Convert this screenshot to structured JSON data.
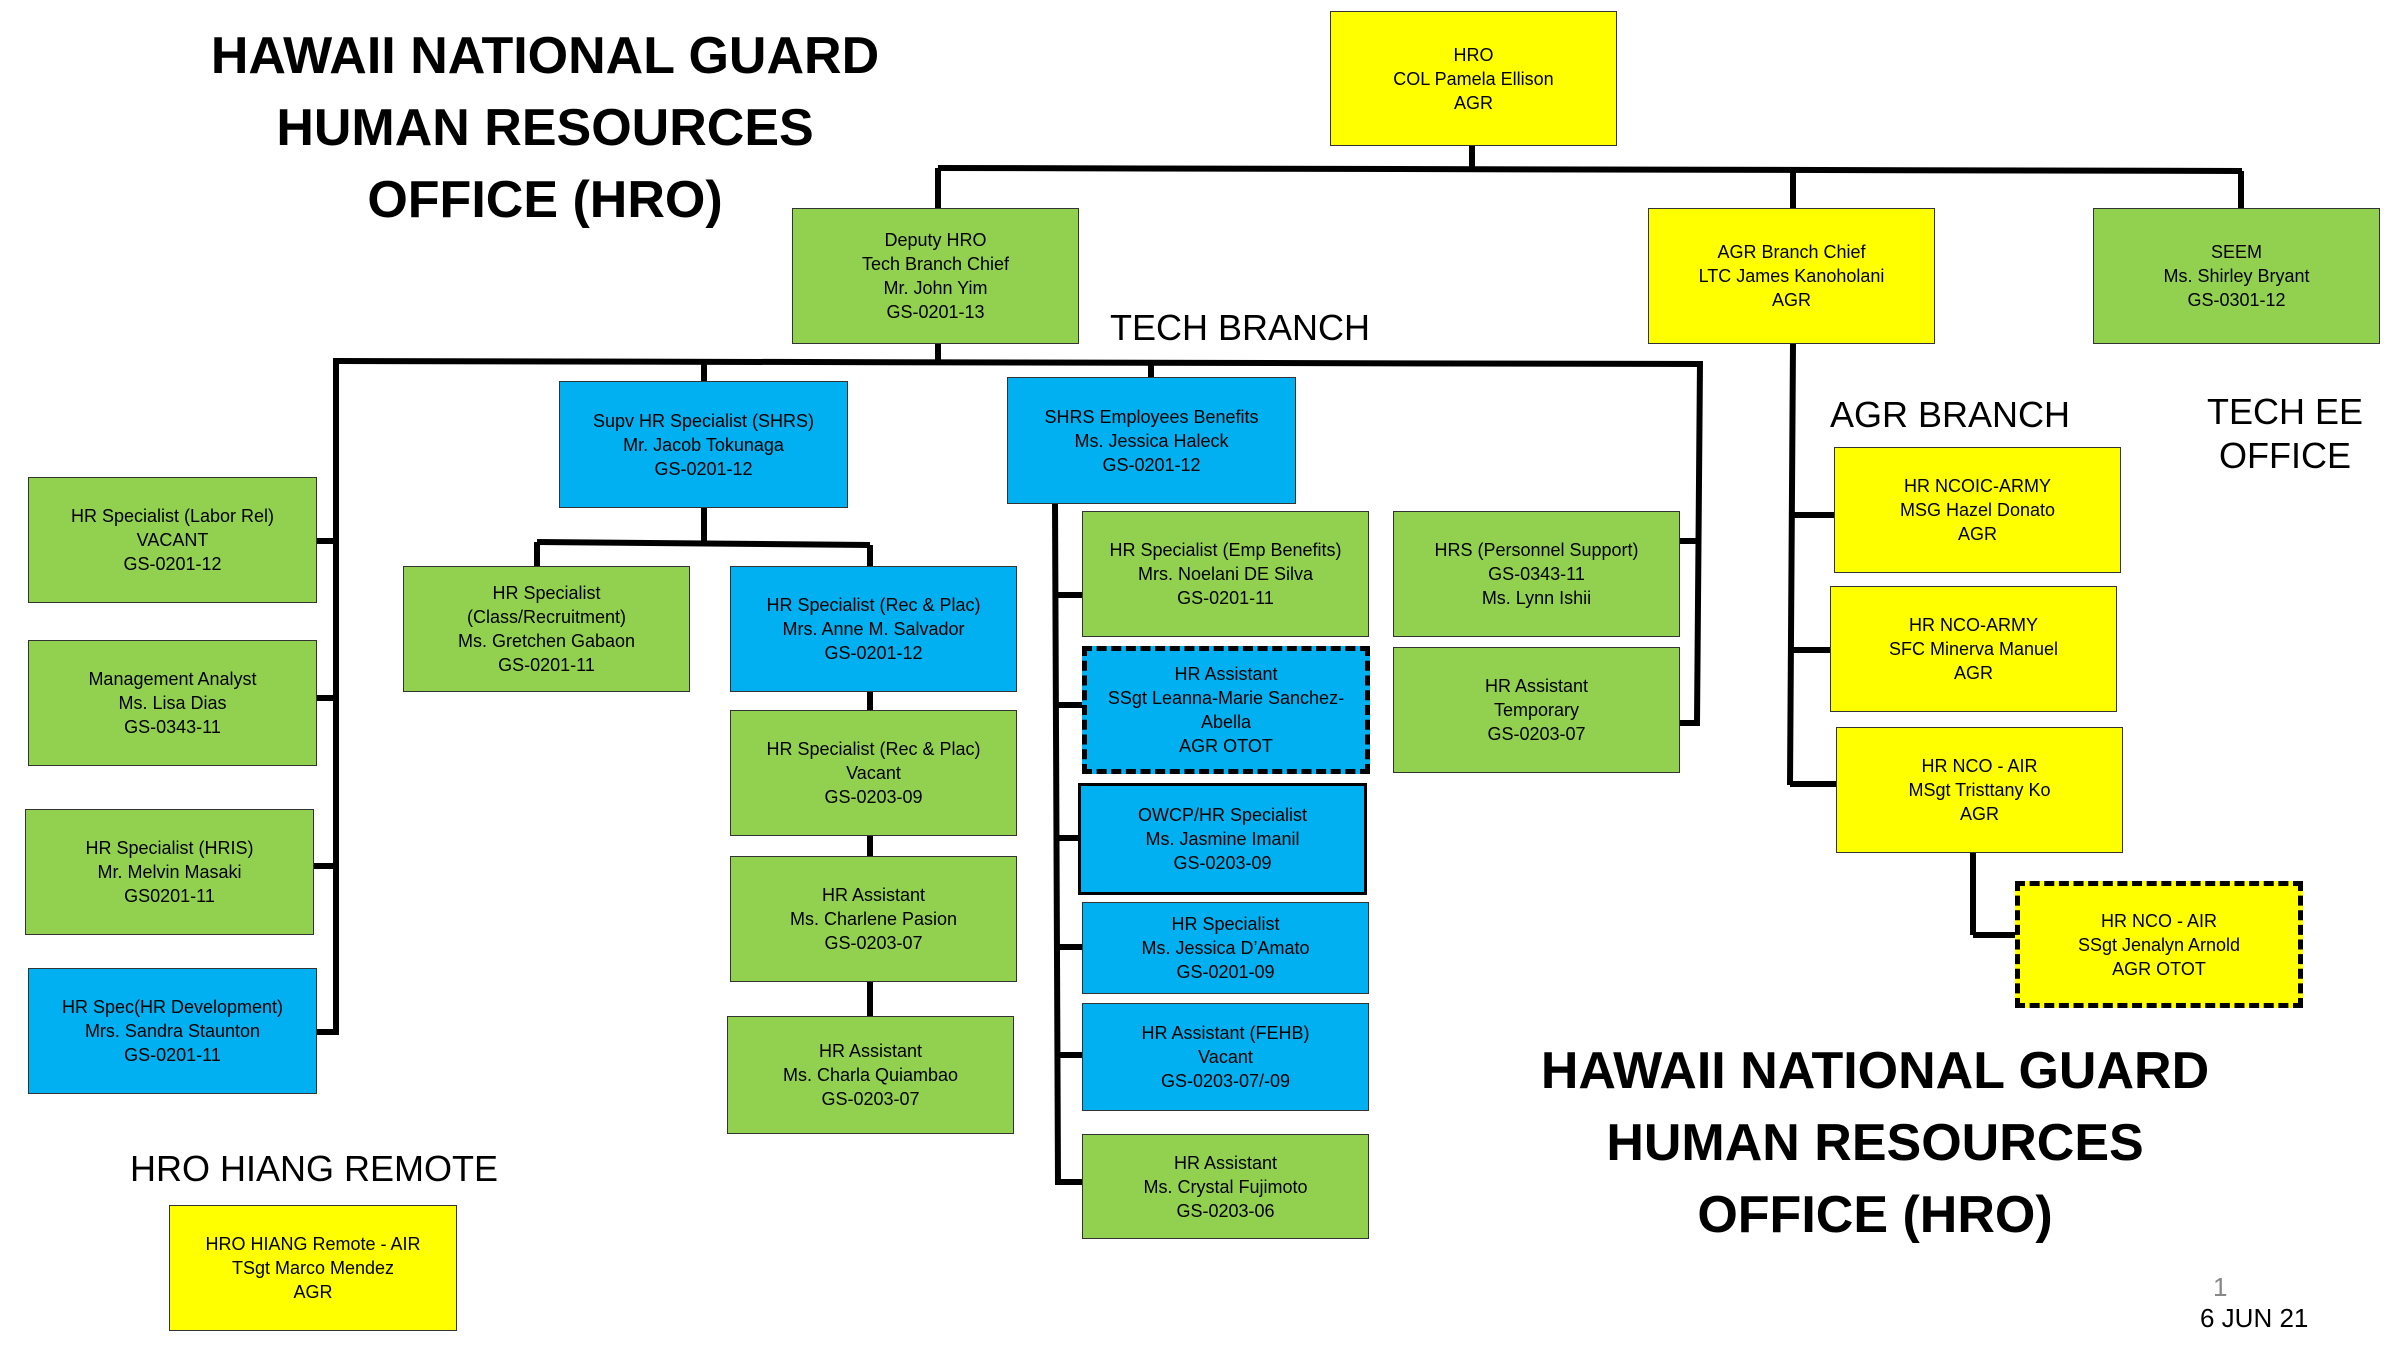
{
  "headings": {
    "top_left": [
      "HAWAII NATIONAL GUARD",
      "HUMAN RESOURCES",
      "OFFICE (HRO)"
    ],
    "bottom_right": [
      "HAWAII NATIONAL GUARD",
      "HUMAN RESOURCES",
      "OFFICE (HRO)"
    ]
  },
  "labels": {
    "tech_branch": "TECH BRANCH",
    "agr_branch": "AGR BRANCH",
    "tech_ee_office": [
      "TECH EE",
      "OFFICE"
    ],
    "hro_hiang_remote": "HRO HIANG REMOTE",
    "page_number": "1",
    "date": "6 JUN 21"
  },
  "boxes": {
    "hro": [
      "HRO",
      "COL Pamela Ellison",
      "AGR"
    ],
    "deputy_hro": [
      "Deputy HRO",
      "Tech Branch Chief",
      "Mr. John Yim",
      "GS-0201-13"
    ],
    "agr_branch_chief": [
      "AGR Branch Chief",
      "LTC James Kanoholani",
      "AGR"
    ],
    "seem": [
      "SEEM",
      "Ms. Shirley Bryant",
      "GS-0301-12"
    ],
    "labor_rel": [
      "HR Specialist (Labor Rel)",
      "VACANT",
      "GS-0201-12"
    ],
    "mgmt_analyst": [
      "Management Analyst",
      "Ms. Lisa Dias",
      "GS-0343-11"
    ],
    "hris": [
      "HR Specialist (HRIS)",
      "Mr. Melvin Masaki",
      "GS0201-11"
    ],
    "hr_dev": [
      "HR Spec(HR Development)",
      "Mrs. Sandra Staunton",
      "GS-0201-11"
    ],
    "supv_shrs": [
      "Supv HR Specialist (SHRS)",
      "Mr. Jacob Tokunaga",
      "GS-0201-12"
    ],
    "class_recruit": [
      "HR Specialist",
      "(Class/Recruitment)",
      "Ms. Gretchen Gabaon",
      "GS-0201-11"
    ],
    "rec_plac_1": [
      "HR Specialist (Rec & Plac)",
      "Mrs. Anne M. Salvador",
      "GS-0201-12"
    ],
    "rec_plac_2": [
      "HR Specialist (Rec & Plac)",
      "Vacant",
      "GS-0203-09"
    ],
    "hr_asst_pasion": [
      "HR Assistant",
      "Ms. Charlene Pasion",
      "GS-0203-07"
    ],
    "hr_asst_quiambao": [
      "HR Assistant",
      "Ms. Charla Quiambao",
      "GS-0203-07"
    ],
    "shrs_benefits": [
      "SHRS Employees Benefits",
      "Ms. Jessica Haleck",
      "GS-0201-12"
    ],
    "emp_benefits": [
      "HR Specialist (Emp Benefits)",
      "Mrs. Noelani DE Silva",
      "GS-0201-11"
    ],
    "hr_asst_sanchez": [
      "HR Assistant",
      "SSgt  Leanna-Marie Sanchez-",
      "Abella",
      "AGR OTOT"
    ],
    "owcp": [
      "OWCP/HR Specialist",
      "Ms. Jasmine Imanil",
      "GS-0203-09"
    ],
    "hr_spec_damato": [
      "HR Specialist",
      "Ms. Jessica D’Amato",
      "GS-0201-09"
    ],
    "hr_asst_fehb": [
      "HR Assistant (FEHB)",
      "Vacant",
      "GS-0203-07/-09"
    ],
    "hr_asst_fujimoto": [
      "HR Assistant",
      "Ms. Crystal Fujimoto",
      "GS-0203-06"
    ],
    "hrs_personnel": [
      "HRS (Personnel Support)",
      "GS-0343-11",
      "Ms. Lynn Ishii"
    ],
    "hr_asst_temp": [
      "HR Assistant",
      "Temporary",
      "GS-0203-07"
    ],
    "ncoic_army": [
      "HR NCOIC-ARMY",
      "MSG Hazel Donato",
      "AGR"
    ],
    "nco_army": [
      "HR NCO-ARMY",
      "SFC Minerva Manuel",
      "AGR"
    ],
    "nco_air_ko": [
      "HR NCO - AIR",
      "MSgt Tristtany Ko",
      "AGR"
    ],
    "nco_air_arnold": [
      "HR NCO - AIR",
      "SSgt Jenalyn Arnold",
      "AGR OTOT"
    ],
    "hiang_remote": [
      "HRO HIANG Remote - AIR",
      "TSgt Marco Mendez",
      "AGR"
    ]
  },
  "colors": {
    "green": "#92d050",
    "yellow": "#ffff00",
    "blue": "#00b0f0",
    "line": "#000000"
  }
}
